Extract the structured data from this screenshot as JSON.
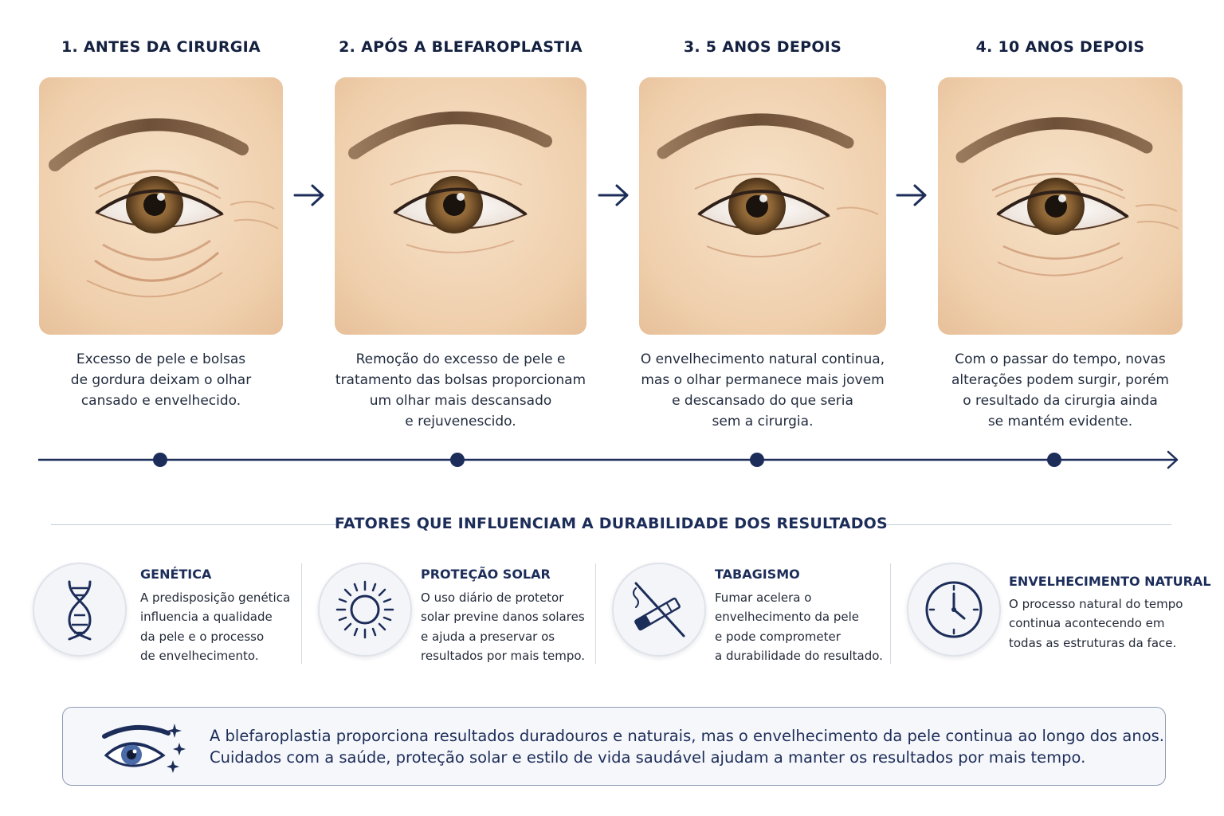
{
  "stages": [
    {
      "title": "1. ANTES DA CIRURGIA",
      "caption": [
        "Excesso de pele e bolsas",
        "de gordura deixam o olhar",
        "cansado e envelhecido."
      ]
    },
    {
      "title": "2. APÓS A BLEFAROPLASTIA",
      "caption": [
        "Remoção do excesso de pele e",
        "tratamento das bolsas proporcionam",
        "um olhar mais descansado",
        "e rejuvenescido."
      ]
    },
    {
      "title": "3. 5 ANOS DEPOIS",
      "caption": [
        "O envelhecimento natural continua,",
        "mas o olhar permanece mais jovem",
        "e descansado do que seria",
        "sem a cirurgia."
      ]
    },
    {
      "title": "4. 10 ANOS DEPOIS",
      "caption": [
        "Com o passar do tempo, novas",
        "alterações podem surgir, porém",
        "o resultado da cirurgia ainda",
        "se mantém evidente."
      ]
    }
  ],
  "factors_title": "FATORES QUE INFLUENCIAM A DURABILIDADE DOS RESULTADOS",
  "factors": [
    {
      "icon": "dna-icon",
      "title": "GENÉTICA",
      "text": [
        "A predisposição genética",
        "influencia a qualidade",
        "da pele e o processo",
        "de envelhecimento."
      ]
    },
    {
      "icon": "sun-icon",
      "title": "PROTEÇÃO SOLAR",
      "text": [
        "O uso diário de protetor",
        "solar previne danos solares",
        "e ajuda a preservar os",
        "resultados por mais tempo."
      ]
    },
    {
      "icon": "no-smoking-icon",
      "title": "TABAGISMO",
      "text": [
        "Fumar acelera o",
        "envelhecimento da pele",
        "e pode comprometer",
        "a durabilidade do resultado."
      ]
    },
    {
      "icon": "clock-icon",
      "title": "ENVELHECIMENTO NATURAL",
      "text": [
        "O processo natural do tempo",
        "continua acontecendo em",
        "todas as estruturas da face."
      ]
    }
  ],
  "note": {
    "icon": "eye-sparkle-icon",
    "lines": [
      "A blefaroplastia proporciona resultados duradouros e naturais, mas o envelhecimento da pele continua ao longo dos anos.",
      "Cuidados com a saúde, proteção solar e estilo de vida saudável ajudam a manter os resultados por mais tempo."
    ]
  },
  "colors": {
    "navy": "#1c2d5a",
    "skin": "#f2d6b8",
    "iris": "#7a5a34"
  }
}
